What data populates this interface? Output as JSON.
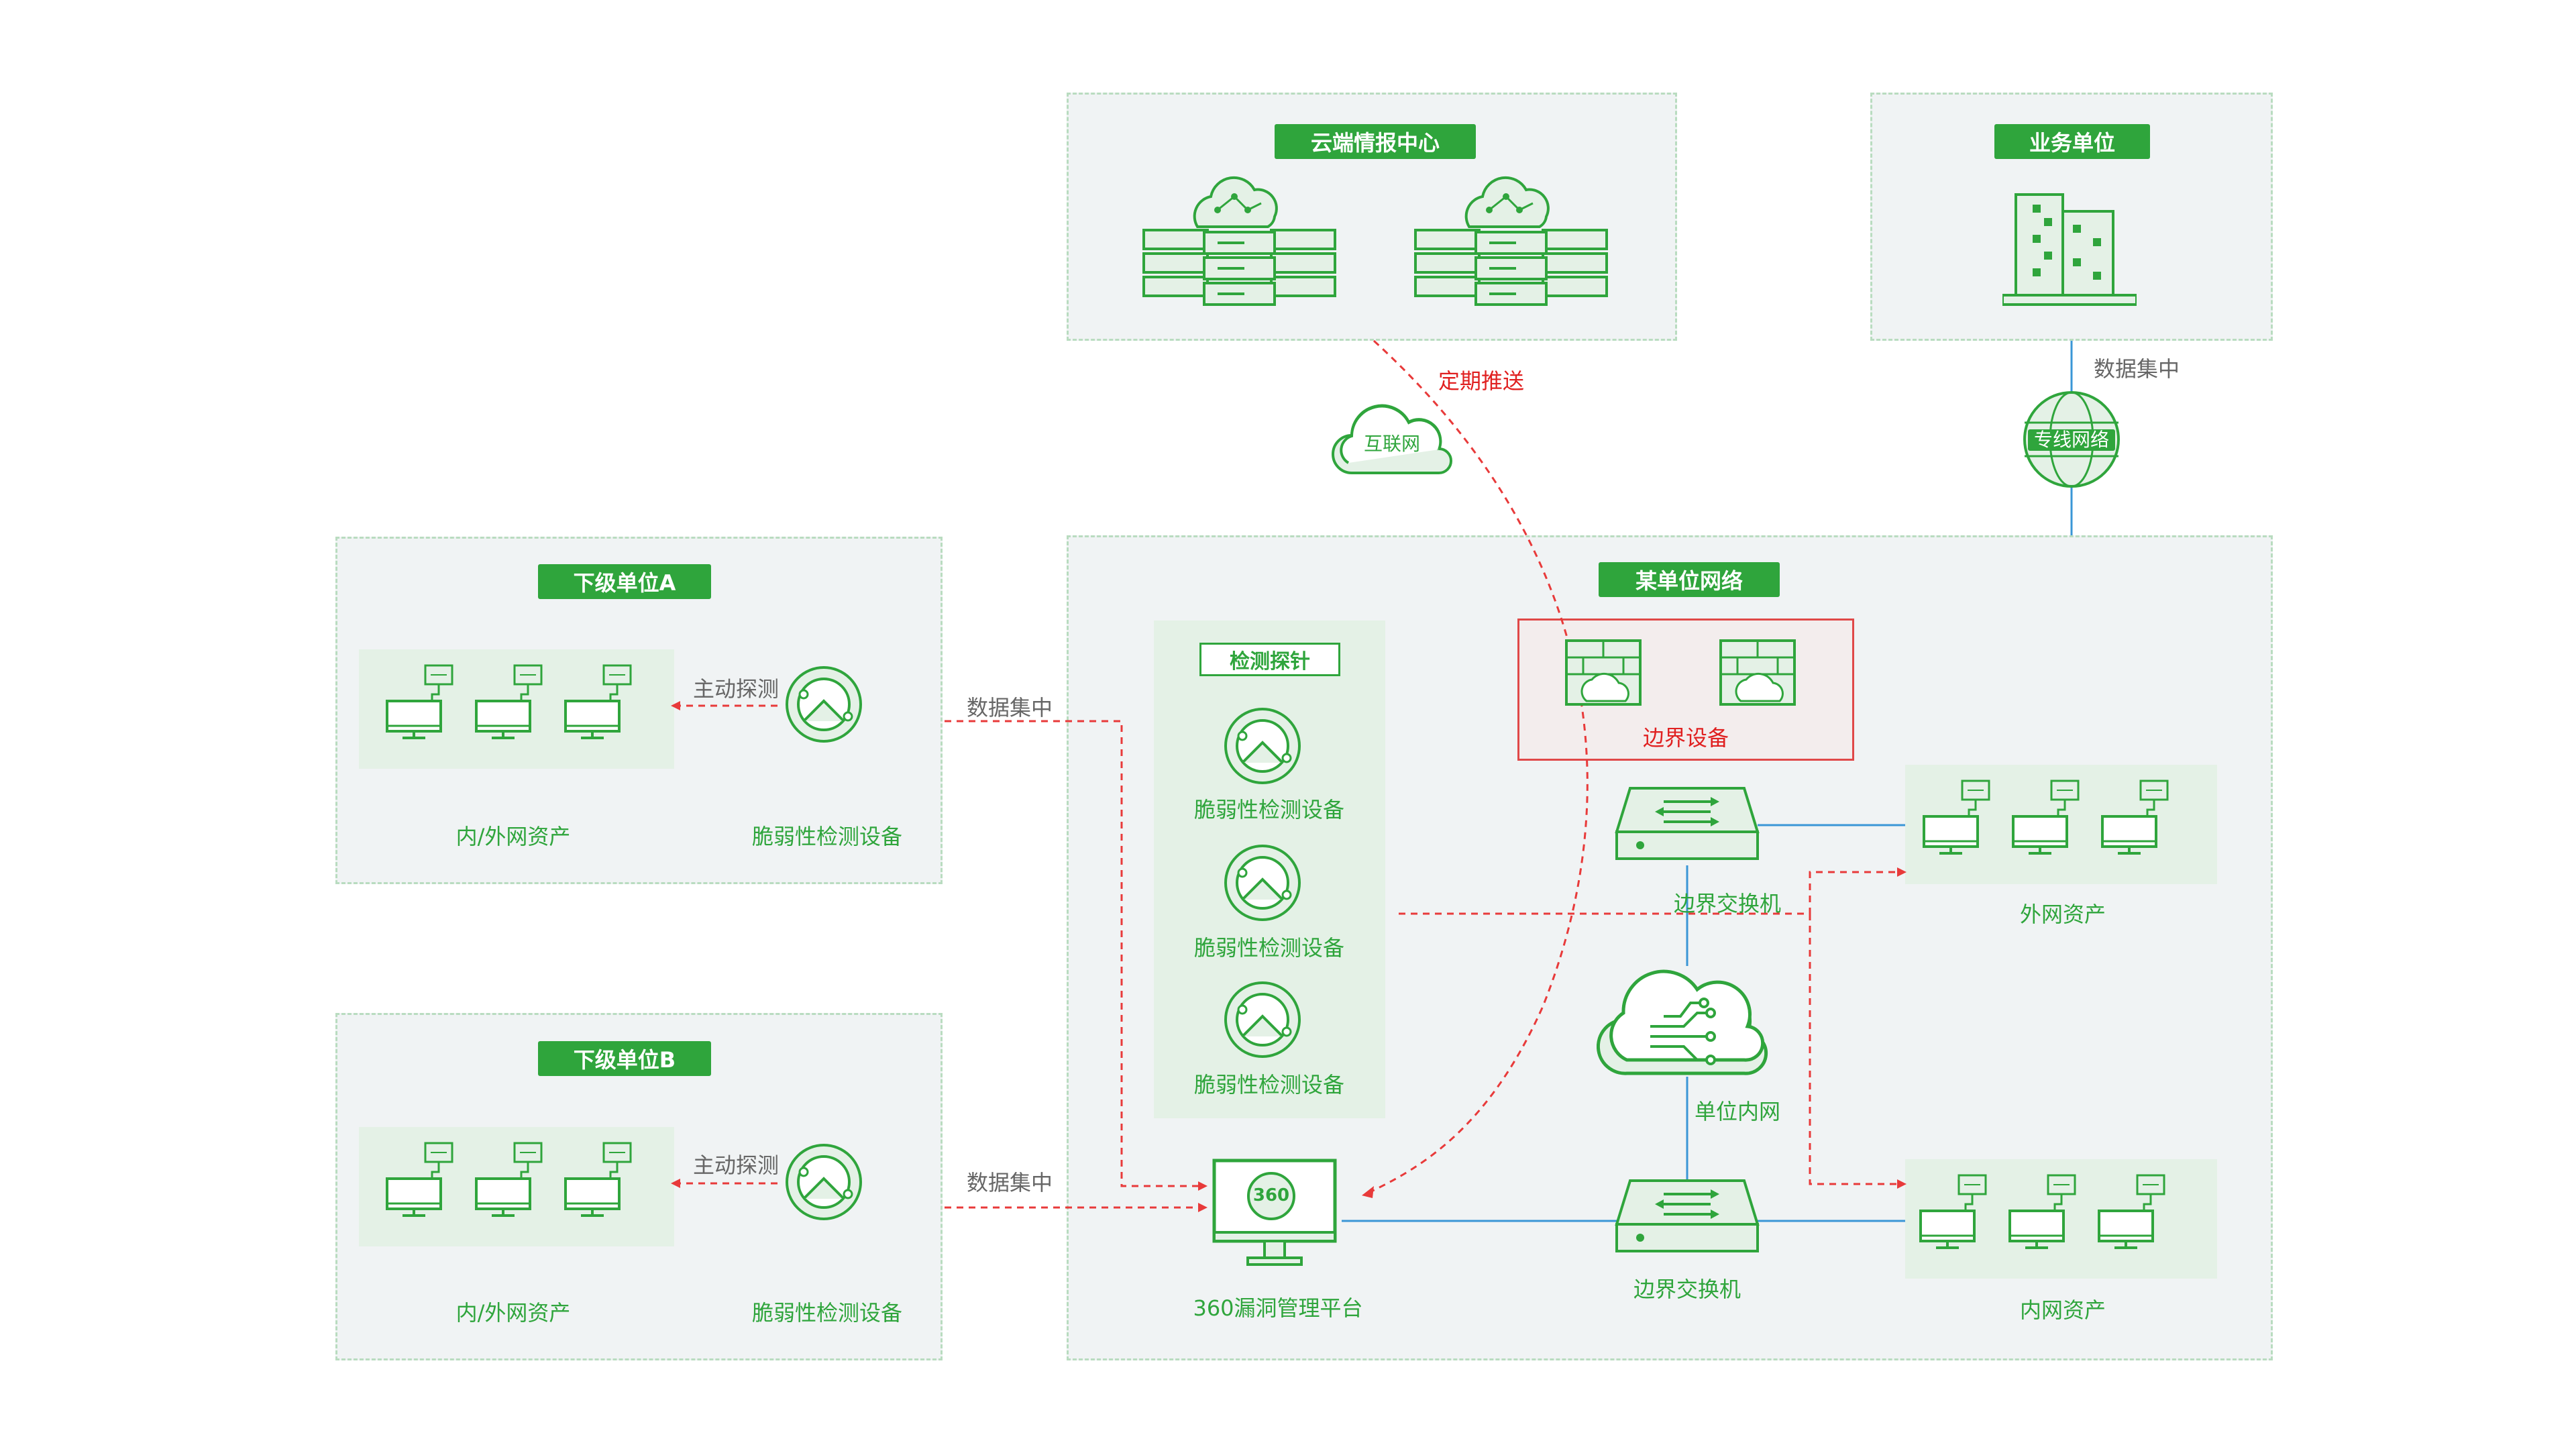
{
  "colors": {
    "green": "#2fa53c",
    "light_green_bg": "#e4f1e6",
    "panel_bg": "#f0f3f4",
    "red": "#e02020",
    "blue": "#3a96d6"
  },
  "cloud_center": {
    "title": "云端情报中心"
  },
  "business_unit": {
    "title": "业务单位"
  },
  "labels": {
    "periodic_push": "定期推送",
    "internet": "互联网",
    "data_concentration": "数据集中",
    "dedicated_network": "专线网络",
    "active_probe": "主动探测"
  },
  "sub_unit_a": {
    "title": "下级单位A",
    "assets_label": "内/外网资产",
    "device_label": "脆弱性检测设备",
    "probe_label": "主动探测",
    "data_label": "数据集中"
  },
  "sub_unit_b": {
    "title": "下级单位B",
    "assets_label": "内/外网资产",
    "device_label": "脆弱性检测设备",
    "probe_label": "主动探测",
    "data_label": "数据集中"
  },
  "main_network": {
    "title": "某单位网络",
    "probe_panel_title": "检测探针",
    "probe_items": [
      "脆弱性检测设备",
      "脆弱性检测设备",
      "脆弱性检测设备"
    ],
    "border_device_label": "边界设备",
    "border_switch_top": "边界交换机",
    "intranet_label": "单位内网",
    "border_switch_bottom": "边界交换机",
    "platform_label": "360漏洞管理平台",
    "platform_badge": "360",
    "external_assets": "外网资产",
    "internal_assets": "内网资产"
  },
  "icons": [
    "cloud-server-icon",
    "building-icon",
    "globe-icon",
    "cloud-icon",
    "computer-icon",
    "scanner-icon",
    "firewall-icon",
    "switch-icon",
    "monitor-icon"
  ]
}
